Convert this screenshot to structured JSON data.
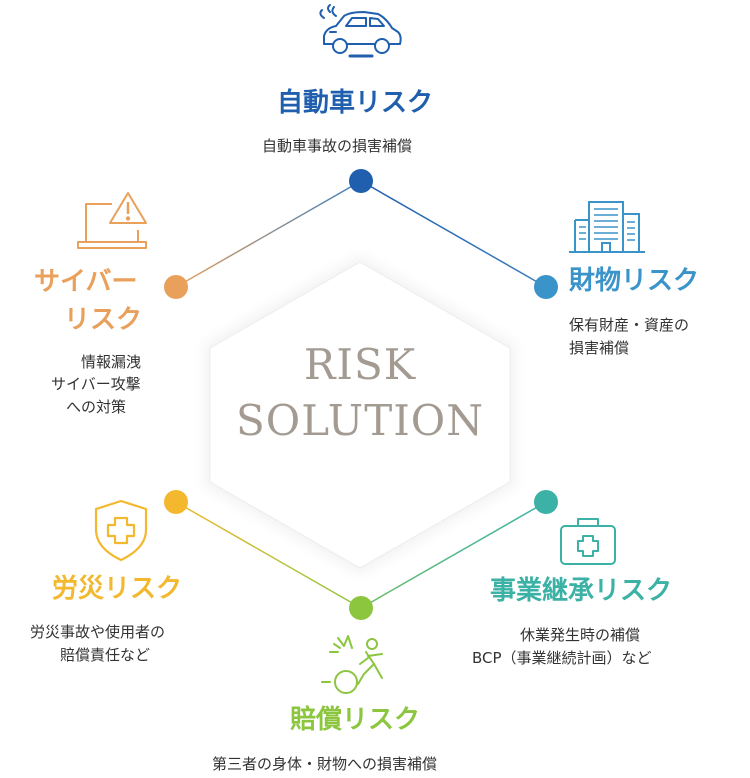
{
  "center": {
    "line1": "RISK",
    "line2": "SOLUTION"
  },
  "nodes": {
    "auto": {
      "title": "自動車リスク",
      "desc1": "自動車事故の損害補償",
      "color": "#1f5fae"
    },
    "property": {
      "title": "財物リスク",
      "desc1": "保有財産・資産の",
      "desc2": "損害補償",
      "color": "#3a93c9"
    },
    "business": {
      "title": "事業継承リスク",
      "desc1": "休業発生時の補償",
      "desc2": "BCP（事業継続計画）など",
      "color": "#3bb2a5"
    },
    "liability": {
      "title": "賠償リスク",
      "desc1": "第三者の身体・財物への損害補償",
      "color": "#8cc63f"
    },
    "labor": {
      "title": "労災リスク",
      "desc1": "労災事故や使用者の",
      "desc2": "賠償責任など",
      "color": "#f3b82e"
    },
    "cyber": {
      "title1": "サイバー",
      "title2": "リスク",
      "desc1": "情報漏洩",
      "desc2": "サイバー攻撃",
      "desc3": "への対策",
      "color": "#e8a05b"
    }
  }
}
